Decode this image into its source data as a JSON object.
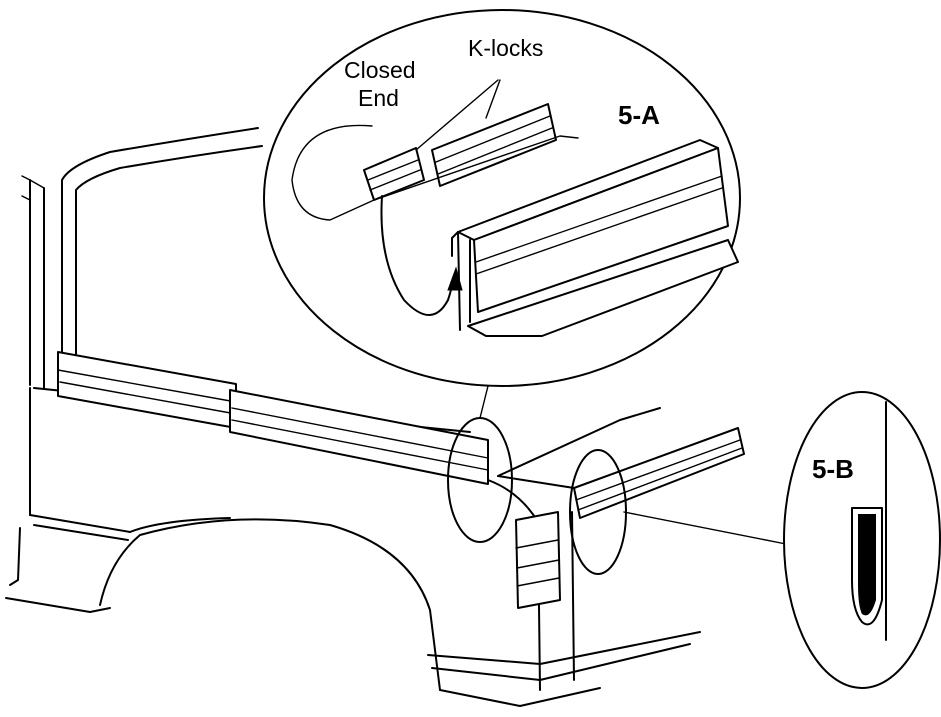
{
  "labels": {
    "closed_end_line1": "Closed",
    "closed_end_line2": "End",
    "k_locks": "K-locks",
    "detail_a": "5-A",
    "detail_b": "5-B"
  },
  "colors": {
    "ink": "#000000",
    "paper": "#ffffff"
  }
}
